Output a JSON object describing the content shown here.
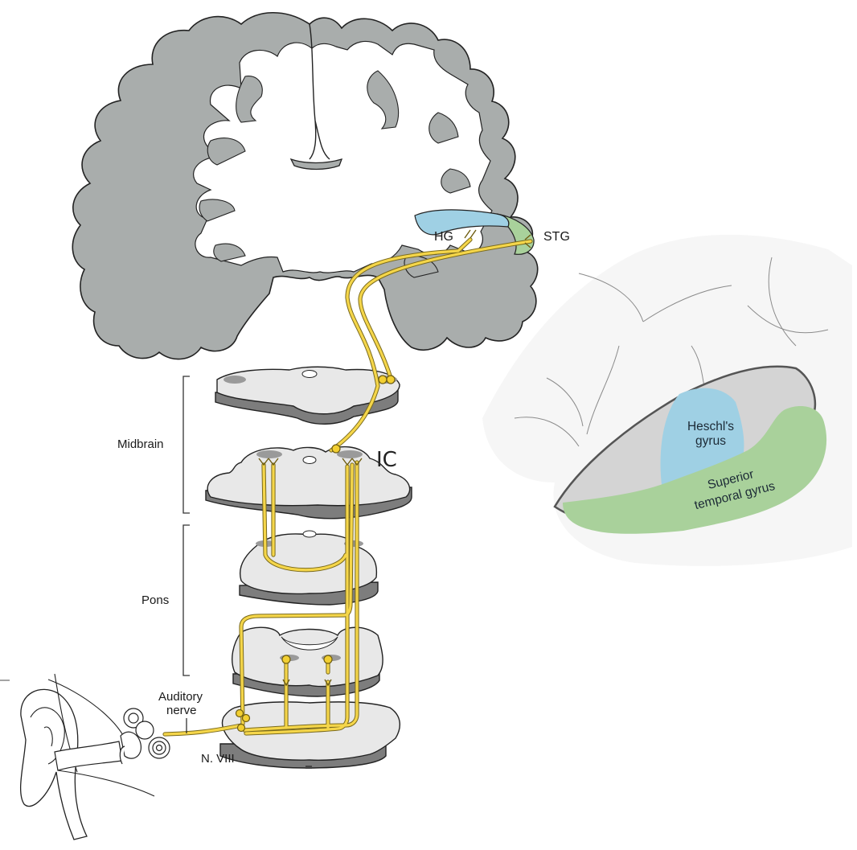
{
  "labels": {
    "hg": "HG",
    "stg": "STG",
    "ic": "IC",
    "midbrain": "Midbrain",
    "pons": "Pons",
    "auditory_nerve_line1": "Auditory",
    "auditory_nerve_line2": "nerve",
    "n_viii": "N. VIII",
    "heschl_line1": "Heschl's",
    "heschl_line2": "gyrus",
    "stg_full_line1": "Superior",
    "stg_full_line2": "temporal gyrus"
  },
  "colors": {
    "cortex_gray": "#a9adac",
    "white_matter": "#ffffff",
    "heschl_blue": "#9fd0e4",
    "stg_green": "#a9d19b",
    "fiber_yellow": "#f5d64a",
    "slice_top": "#e8e8e8",
    "slice_side": "#7d7d7d"
  }
}
